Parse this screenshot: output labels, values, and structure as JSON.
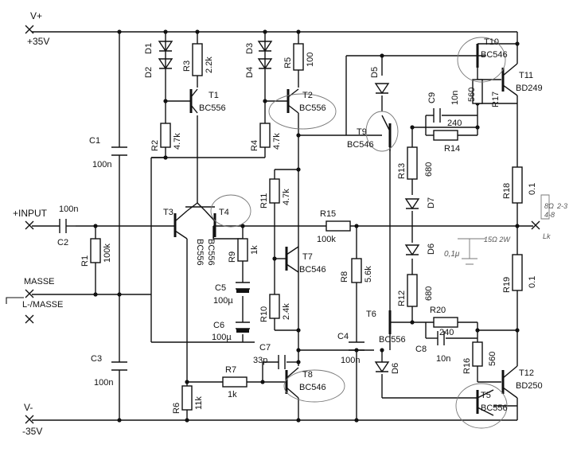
{
  "rails": {
    "vplus": "V+",
    "vplus_value": "+35V",
    "vminus": "V-",
    "vminus_value": "-35V"
  },
  "io": {
    "input": "+INPUT",
    "masse": "MASSE",
    "lmasse": "L-/MASSE"
  },
  "resistors": [
    {
      "id": "r1",
      "ref": "R1",
      "value": "100k"
    },
    {
      "id": "r2",
      "ref": "R2",
      "value": "4.7k"
    },
    {
      "id": "r3",
      "ref": "R3",
      "value": "2.2k"
    },
    {
      "id": "r4",
      "ref": "R4",
      "value": "4.7k"
    },
    {
      "id": "r5",
      "ref": "R5",
      "value": "100"
    },
    {
      "id": "r6",
      "ref": "R6",
      "value": "11k"
    },
    {
      "id": "r7",
      "ref": "R7",
      "value": "1k"
    },
    {
      "id": "r8",
      "ref": "R8",
      "value": "5.6k"
    },
    {
      "id": "r9",
      "ref": "R9",
      "value": "1k"
    },
    {
      "id": "r10",
      "ref": "R10",
      "value": "2.4k"
    },
    {
      "id": "r11",
      "ref": "R11",
      "value": "4.7k"
    },
    {
      "id": "r12",
      "ref": "R12",
      "value": "680"
    },
    {
      "id": "r13",
      "ref": "R13",
      "value": "680"
    },
    {
      "id": "r14",
      "ref": "R14",
      "value": "240"
    },
    {
      "id": "r15",
      "ref": "R15",
      "value": "100k"
    },
    {
      "id": "r16",
      "ref": "R16",
      "value": "560"
    },
    {
      "id": "r17",
      "ref": "R17",
      "value": "560"
    },
    {
      "id": "r18",
      "ref": "R18",
      "value": "0.1"
    },
    {
      "id": "r19",
      "ref": "R19",
      "value": "0.1"
    },
    {
      "id": "r20",
      "ref": "R20",
      "value": "240"
    }
  ],
  "capacitors": [
    {
      "id": "c1",
      "ref": "C1",
      "value": "100n"
    },
    {
      "id": "c2",
      "ref": "C2",
      "value": "100n"
    },
    {
      "id": "c3",
      "ref": "C3",
      "value": "100n"
    },
    {
      "id": "c4",
      "ref": "C4",
      "value": "100n"
    },
    {
      "id": "c5",
      "ref": "C5",
      "value": "100µ"
    },
    {
      "id": "c6",
      "ref": "C6",
      "value": "100µ"
    },
    {
      "id": "c7",
      "ref": "C7",
      "value": "33p"
    },
    {
      "id": "c8",
      "ref": "C8",
      "value": "10n"
    },
    {
      "id": "c9",
      "ref": "C9",
      "value": "10n"
    }
  ],
  "transistors": [
    {
      "id": "t1",
      "ref": "T1",
      "type": "BC556"
    },
    {
      "id": "t2",
      "ref": "T2",
      "type": "BC556"
    },
    {
      "id": "t3",
      "ref": "T3",
      "type": "BC556"
    },
    {
      "id": "t4",
      "ref": "T4",
      "type": "BC556"
    },
    {
      "id": "t5",
      "ref": "T5",
      "type": "BC556"
    },
    {
      "id": "t6",
      "ref": "T6",
      "type": "BC556"
    },
    {
      "id": "t7",
      "ref": "T7",
      "type": "BC546"
    },
    {
      "id": "t8",
      "ref": "T8",
      "type": "BC546"
    },
    {
      "id": "t9",
      "ref": "T9",
      "type": "BC546"
    },
    {
      "id": "t10",
      "ref": "T10",
      "type": "BC546"
    },
    {
      "id": "t11",
      "ref": "T11",
      "type": "BD249"
    },
    {
      "id": "t12",
      "ref": "T12",
      "type": "BD250"
    }
  ],
  "diodes": [
    "D1",
    "D2",
    "D3",
    "D4",
    "D5",
    "D6",
    "D6",
    "D7"
  ],
  "annotations": {
    "r15_note": "15Ω 2W",
    "c_note": "0,1μ",
    "out_note1": "8Ω",
    "out_note2": "4-8",
    "out_note3": "2-3",
    "out_note4": "Lk"
  }
}
